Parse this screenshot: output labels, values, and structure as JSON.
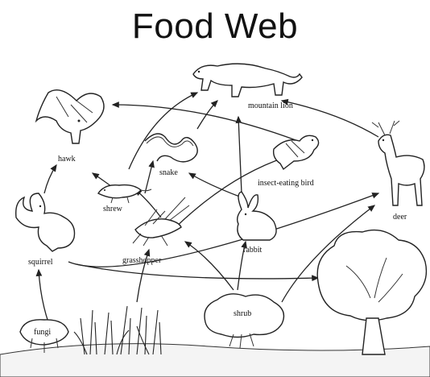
{
  "title": "Food Web",
  "organisms": {
    "mountain_lion": "mountain lion",
    "hawk": "hawk",
    "snake": "snake",
    "insect_eating_bird": "insect-eating bird",
    "shrew": "shrew",
    "deer": "deer",
    "squirrel": "squirrel",
    "grasshopper": "grasshopper",
    "rabbit": "rabbit",
    "shrub": "shrub",
    "fungi": "fungi"
  }
}
